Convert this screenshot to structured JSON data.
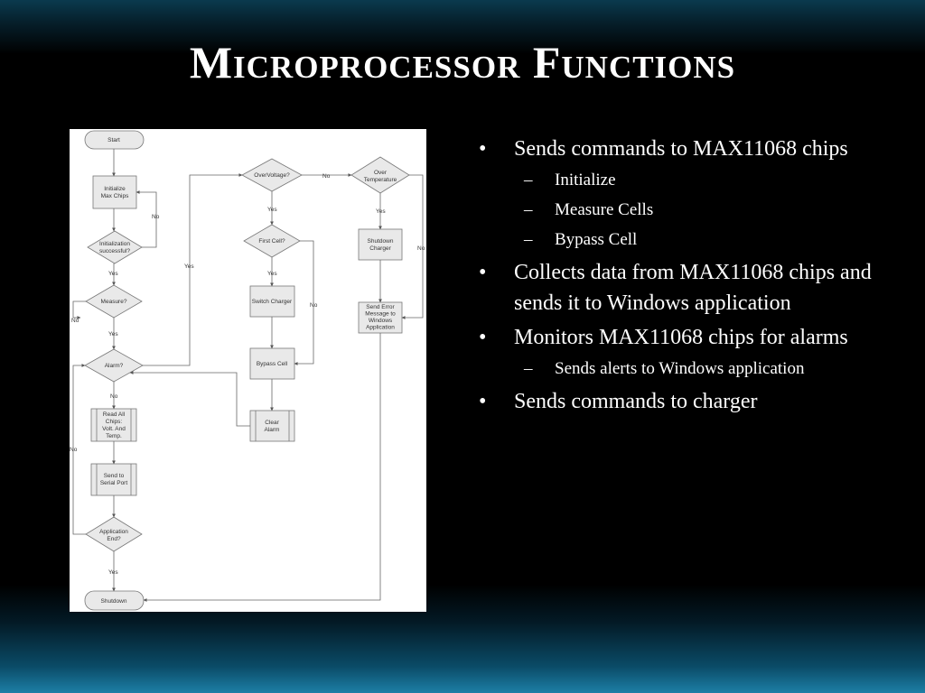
{
  "slide": {
    "title": "Microprocessor Functions"
  },
  "bullets": [
    {
      "level": 1,
      "text": "Sends commands to MAX11068 chips"
    },
    {
      "level": 2,
      "text": "Initialize"
    },
    {
      "level": 2,
      "text": "Measure Cells"
    },
    {
      "level": 2,
      "text": "Bypass Cell"
    },
    {
      "level": 1,
      "text": "Collects data from MAX11068 chips and sends it to Windows application"
    },
    {
      "level": 1,
      "text": "Monitors MAX11068 chips for alarms"
    },
    {
      "level": 2,
      "text": "Sends alerts to Windows application"
    },
    {
      "level": 1,
      "text": "Sends commands to charger"
    }
  ],
  "flowchart": {
    "nodes": {
      "start": "Start",
      "init": [
        "Initialize",
        "Max Chips"
      ],
      "init_ok": [
        "Initialization",
        "successful?"
      ],
      "measure": "Measure?",
      "alarm": "Alarm?",
      "read": [
        "Read All",
        "Chips:",
        "Volt. And",
        "Temp."
      ],
      "send": [
        "Send to",
        "Serial Port"
      ],
      "app_end": [
        "Application",
        "End?"
      ],
      "shutdown": "Shutdown",
      "overvoltage": "OverVoltage?",
      "first_cell": "First Cell?",
      "switch": "Switch Charger",
      "bypass": "Bypass Cell",
      "clear": [
        "Clear",
        "Alarm"
      ],
      "overtemp": [
        "Over",
        "Temperature"
      ],
      "shutdown_charger": [
        "Shutdown",
        "Charger"
      ],
      "send_error": [
        "Send Error",
        "Message to",
        "Windows",
        "Application"
      ]
    },
    "edge_labels": {
      "yes": "Yes",
      "no": "No"
    }
  }
}
